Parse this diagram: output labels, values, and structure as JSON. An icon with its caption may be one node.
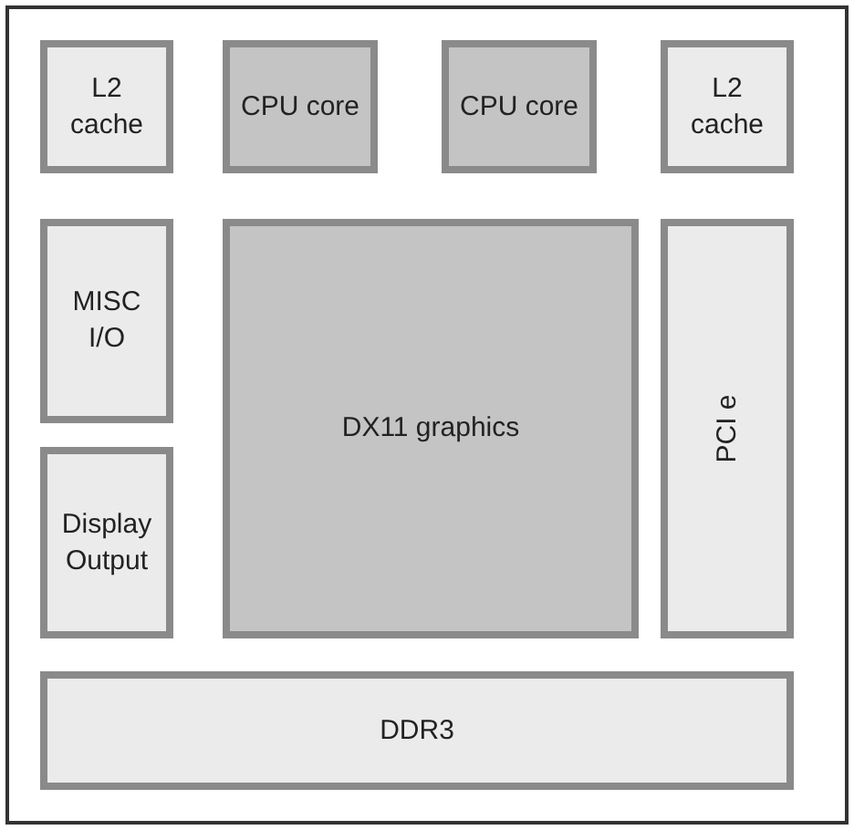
{
  "diagram": {
    "nodes": [
      {
        "text": [],
        "shape": "box"
      },
      {
        "text": [
          "L2 cache"
        ],
        "in": 0
      },
      {
        "text": [
          "CPU core"
        ],
        "in": 0
      },
      {
        "text": [
          "CPU core"
        ],
        "in": 0
      },
      {
        "text": [
          "L2 cache"
        ],
        "in": 0
      },
      {
        "text": [
          "MISC I/O"
        ],
        "in": 0
      },
      {
        "text": [
          "DX11 graphics"
        ],
        "in": 0
      },
      {
        "text": [
          "PCI e"
        ],
        "in": 0
      },
      {
        "text": [
          "Display Output"
        ],
        "in": 0
      },
      {
        "text": [
          "DDR3"
        ],
        "in": 0
      }
    ],
    "edges": []
  }
}
